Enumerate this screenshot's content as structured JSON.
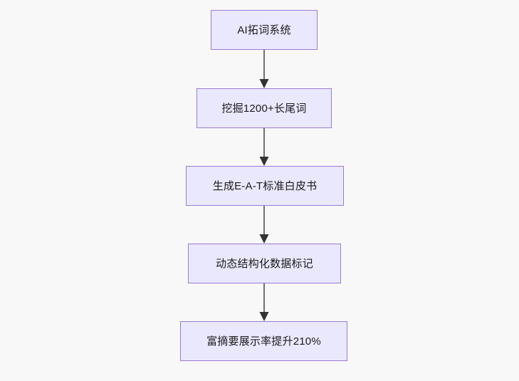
{
  "diagram": {
    "type": "flowchart",
    "direction": "top-to-bottom",
    "background_color": "#f8f8f8",
    "node_fill_color": "#eae8fc",
    "node_border_color": "#9b7ad6",
    "node_text_color": "#1b1b1b",
    "edge_color": "#707070",
    "arrowhead_color": "#333333",
    "nodes": [
      {
        "id": "n0",
        "label": "AI拓词系统"
      },
      {
        "id": "n1",
        "label": "挖掘1200+长尾词"
      },
      {
        "id": "n2",
        "label": "生成E-A-T标准白皮书"
      },
      {
        "id": "n3",
        "label": "动态结构化数据标记"
      },
      {
        "id": "n4",
        "label": "富摘要展示率提升210%"
      }
    ],
    "edges": [
      {
        "id": "e0",
        "from": "n0",
        "to": "n1",
        "label": "",
        "arrow": "arrow-down-icon"
      },
      {
        "id": "e1",
        "from": "n1",
        "to": "n2",
        "label": "",
        "arrow": "arrow-down-icon"
      },
      {
        "id": "e2",
        "from": "n2",
        "to": "n3",
        "label": "",
        "arrow": "arrow-down-icon"
      },
      {
        "id": "e3",
        "from": "n3",
        "to": "n4",
        "label": "",
        "arrow": "arrow-down-icon"
      }
    ]
  }
}
